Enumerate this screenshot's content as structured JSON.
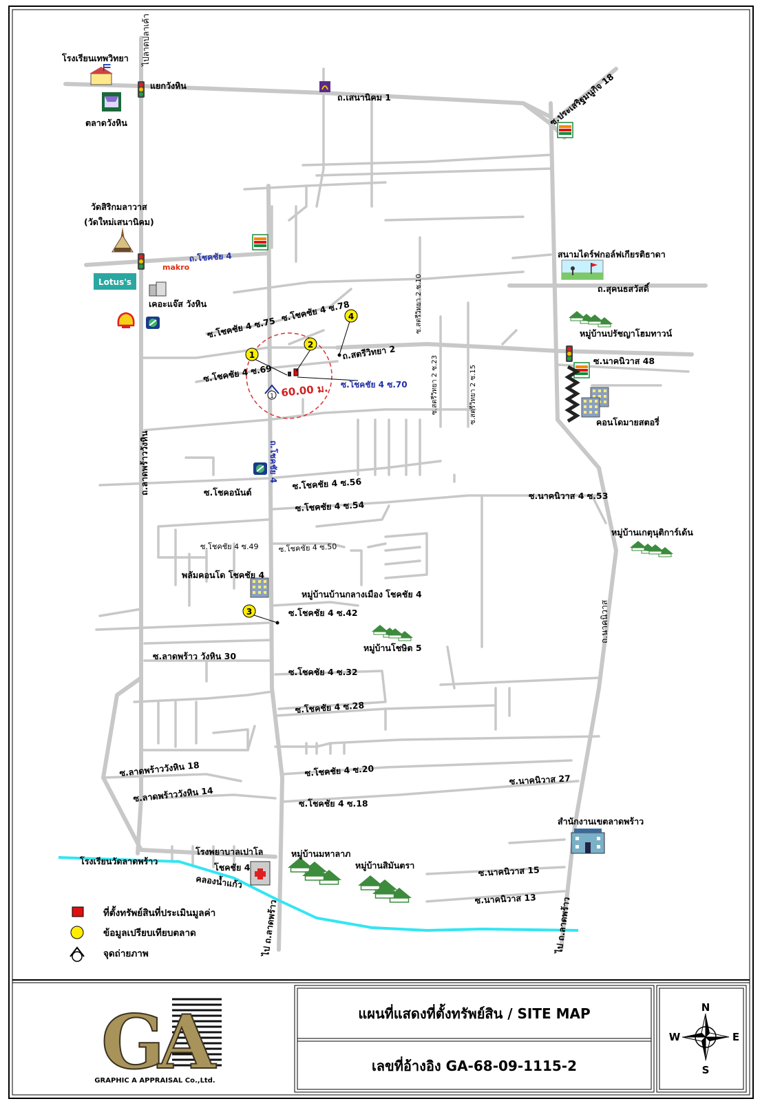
{
  "colors": {
    "road": "#c8c8c8",
    "canal": "#33e5f2",
    "radius_circle": "#d93030",
    "street_name_blue": "#1f2fa8",
    "subject_marker": "#e01010",
    "comparable_marker": "#ffee00",
    "house": "#3d8b3d",
    "gold": "#a8935a"
  },
  "labels": {
    "to_lat_pla_khao": "ไปลาดปลาเค้า",
    "school_thep": "โรงเรียนเทพวิทยา",
    "yaek_wang_hin": "แยกวังหิน",
    "talat_wang_hin": "ตลาดวังหิน",
    "senanikhom1": "ถ.เสนานิคม 1",
    "prasert18": "ซ.ประเสริฐมนูกิจ 18",
    "wat_line1": "วัดสิริกมลาวาส",
    "wat_line2": "(วัดใหม่เสนานิคม)",
    "chokchai4_top": "ถ.โชคชัย 4",
    "makro": "makro",
    "lotus": "Lotus's",
    "kc_wanghin": "เคอะแจ๊ส วังหิน",
    "so78": "ซ.โชคชัย 4 ซ.78",
    "so75": "ซ.โชคชัย 4 ซ.75",
    "so69": "ซ.โชคชัย 4 ซ.69",
    "satri2": "ถ.สตรีวิทยา 2",
    "satri2_10": "ซ.สตรีวิทยา 2 ซ.10",
    "satri2_23": "ซ.สตรีวิทยา 2 ซ.23",
    "satri2_15": "ซ.สตรีวิทยา 2 ซ.15",
    "golf": "สนามไดร์ฟกอล์ฟเกียรติธาดา",
    "sukon": "ถ.สุคนธสวัสดิ์",
    "pratya": "หมู่บ้านปรัชญาโฮมทาวน์",
    "nakniwat48": "ซ.นาคนิวาส 48",
    "condo_my": "คอนโดมายสตอรี่",
    "so70": "ซ.โชคชัย 4 ซ.70",
    "distance": "60.00 ม.",
    "lat_phrao_wang_hin": "ถ.ลาดพร้าววังหิน",
    "chokchai4_vertical": "ถ.โชคชัย 4",
    "chokanan": "ซ.โชคอนันต์",
    "so56": "ซ.โชคชัย 4 ซ.56",
    "so54": "ซ.โชคชัย 4 ซ.54",
    "nakniwat4_53": "ซ.นาคนิวาส 4 ซ.53",
    "ketsukit": "หมู่บ้านเกตุนุติการ์เด้น",
    "so49": "ซ.โชคชัย 4 ซ.49",
    "so50": "ซ.โชคชัย 4 ซ.50",
    "palm": "พลัมคอนโด โชคชัย 4",
    "klang_muang": "หมู่บ้านบ้านกลางเมือง โชคชัย 4",
    "so42": "ซ.โชคชัย 4 ซ.42",
    "nakniwat_v": "ถ.นาคนิวาส",
    "chaiyasit": "หมู่บ้านโชษิต 5",
    "lp30": "ซ.ลาดพร้าว วังหิน 30",
    "so32": "ซ.โชคชัย 4 ซ.32",
    "so28": "ซ.โชคชัย 4 ซ.28",
    "lp18": "ซ.ลาดพร้าววังหิน 18",
    "so20": "ซ.โชคชัย 4 ซ.20",
    "nakniwat27": "ซ.นาคนิวาส 27",
    "lp14": "ซ.ลาดพร้าววังหิน 14",
    "so18": "ซ.โชคชัย 4 ซ.18",
    "district_office": "สำนักงานเขตลาดพร้าว",
    "school_wat": "โรงเรียนวัดลาดพร้าว",
    "hospital_line1": "โรงพยาบาลเปาโล",
    "hospital_line2": "โชคชัย 4",
    "mahalap": "หมู่บ้านมหาลาภ",
    "simantra": "หมู่บ้านสิมันตรา",
    "canal": "คลองน้ำแก้ว",
    "nakniwat15": "ซ.นาคนิวาส 15",
    "nakniwat13": "ซ.นาคนิวาส 13",
    "to_lat_phrao_left": "ไป ถ.ลาดพร้าว",
    "to_lat_phrao_right": "ไป ถ.ลาดพร้าว",
    "seven_eleven": "7"
  },
  "markers": [
    "1",
    "2",
    "3",
    "4"
  ],
  "photo_point": "1",
  "legend": {
    "subject": "ที่ตั้งทรัพย์สินที่ประเมินมูลค่า",
    "comparable": "ข้อมูลเปรียบเทียบตลาด",
    "photo": "จุดถ่ายภาพ"
  },
  "titleblock": {
    "logo_letters": "GA",
    "company": "GRAPHIC A APPRAISAL Co.,Ltd.",
    "title": "แผนที่แสดงที่ตั้งทรัพย์สิน / SITE MAP",
    "reference": "เลขที่อ้างอิง GA-68-09-1115-2",
    "compass": {
      "n": "N",
      "s": "S",
      "e": "E",
      "w": "W"
    }
  }
}
